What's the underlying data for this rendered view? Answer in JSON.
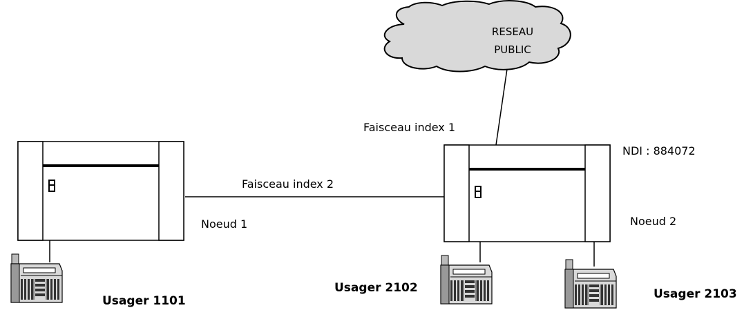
{
  "cloud": {
    "line1": "RESEAU",
    "line2": "PUBLIC"
  },
  "trunks": {
    "public": "Faisceau index 1",
    "inter_node": "Faisceau index 2"
  },
  "node1": {
    "label": "Noeud 1"
  },
  "node2": {
    "label": "Noeud 2",
    "ndi": "NDI : 884072"
  },
  "users": [
    {
      "label": "Usager 1101"
    },
    {
      "label": "Usager 2102"
    },
    {
      "label": "Usager 2103"
    }
  ]
}
